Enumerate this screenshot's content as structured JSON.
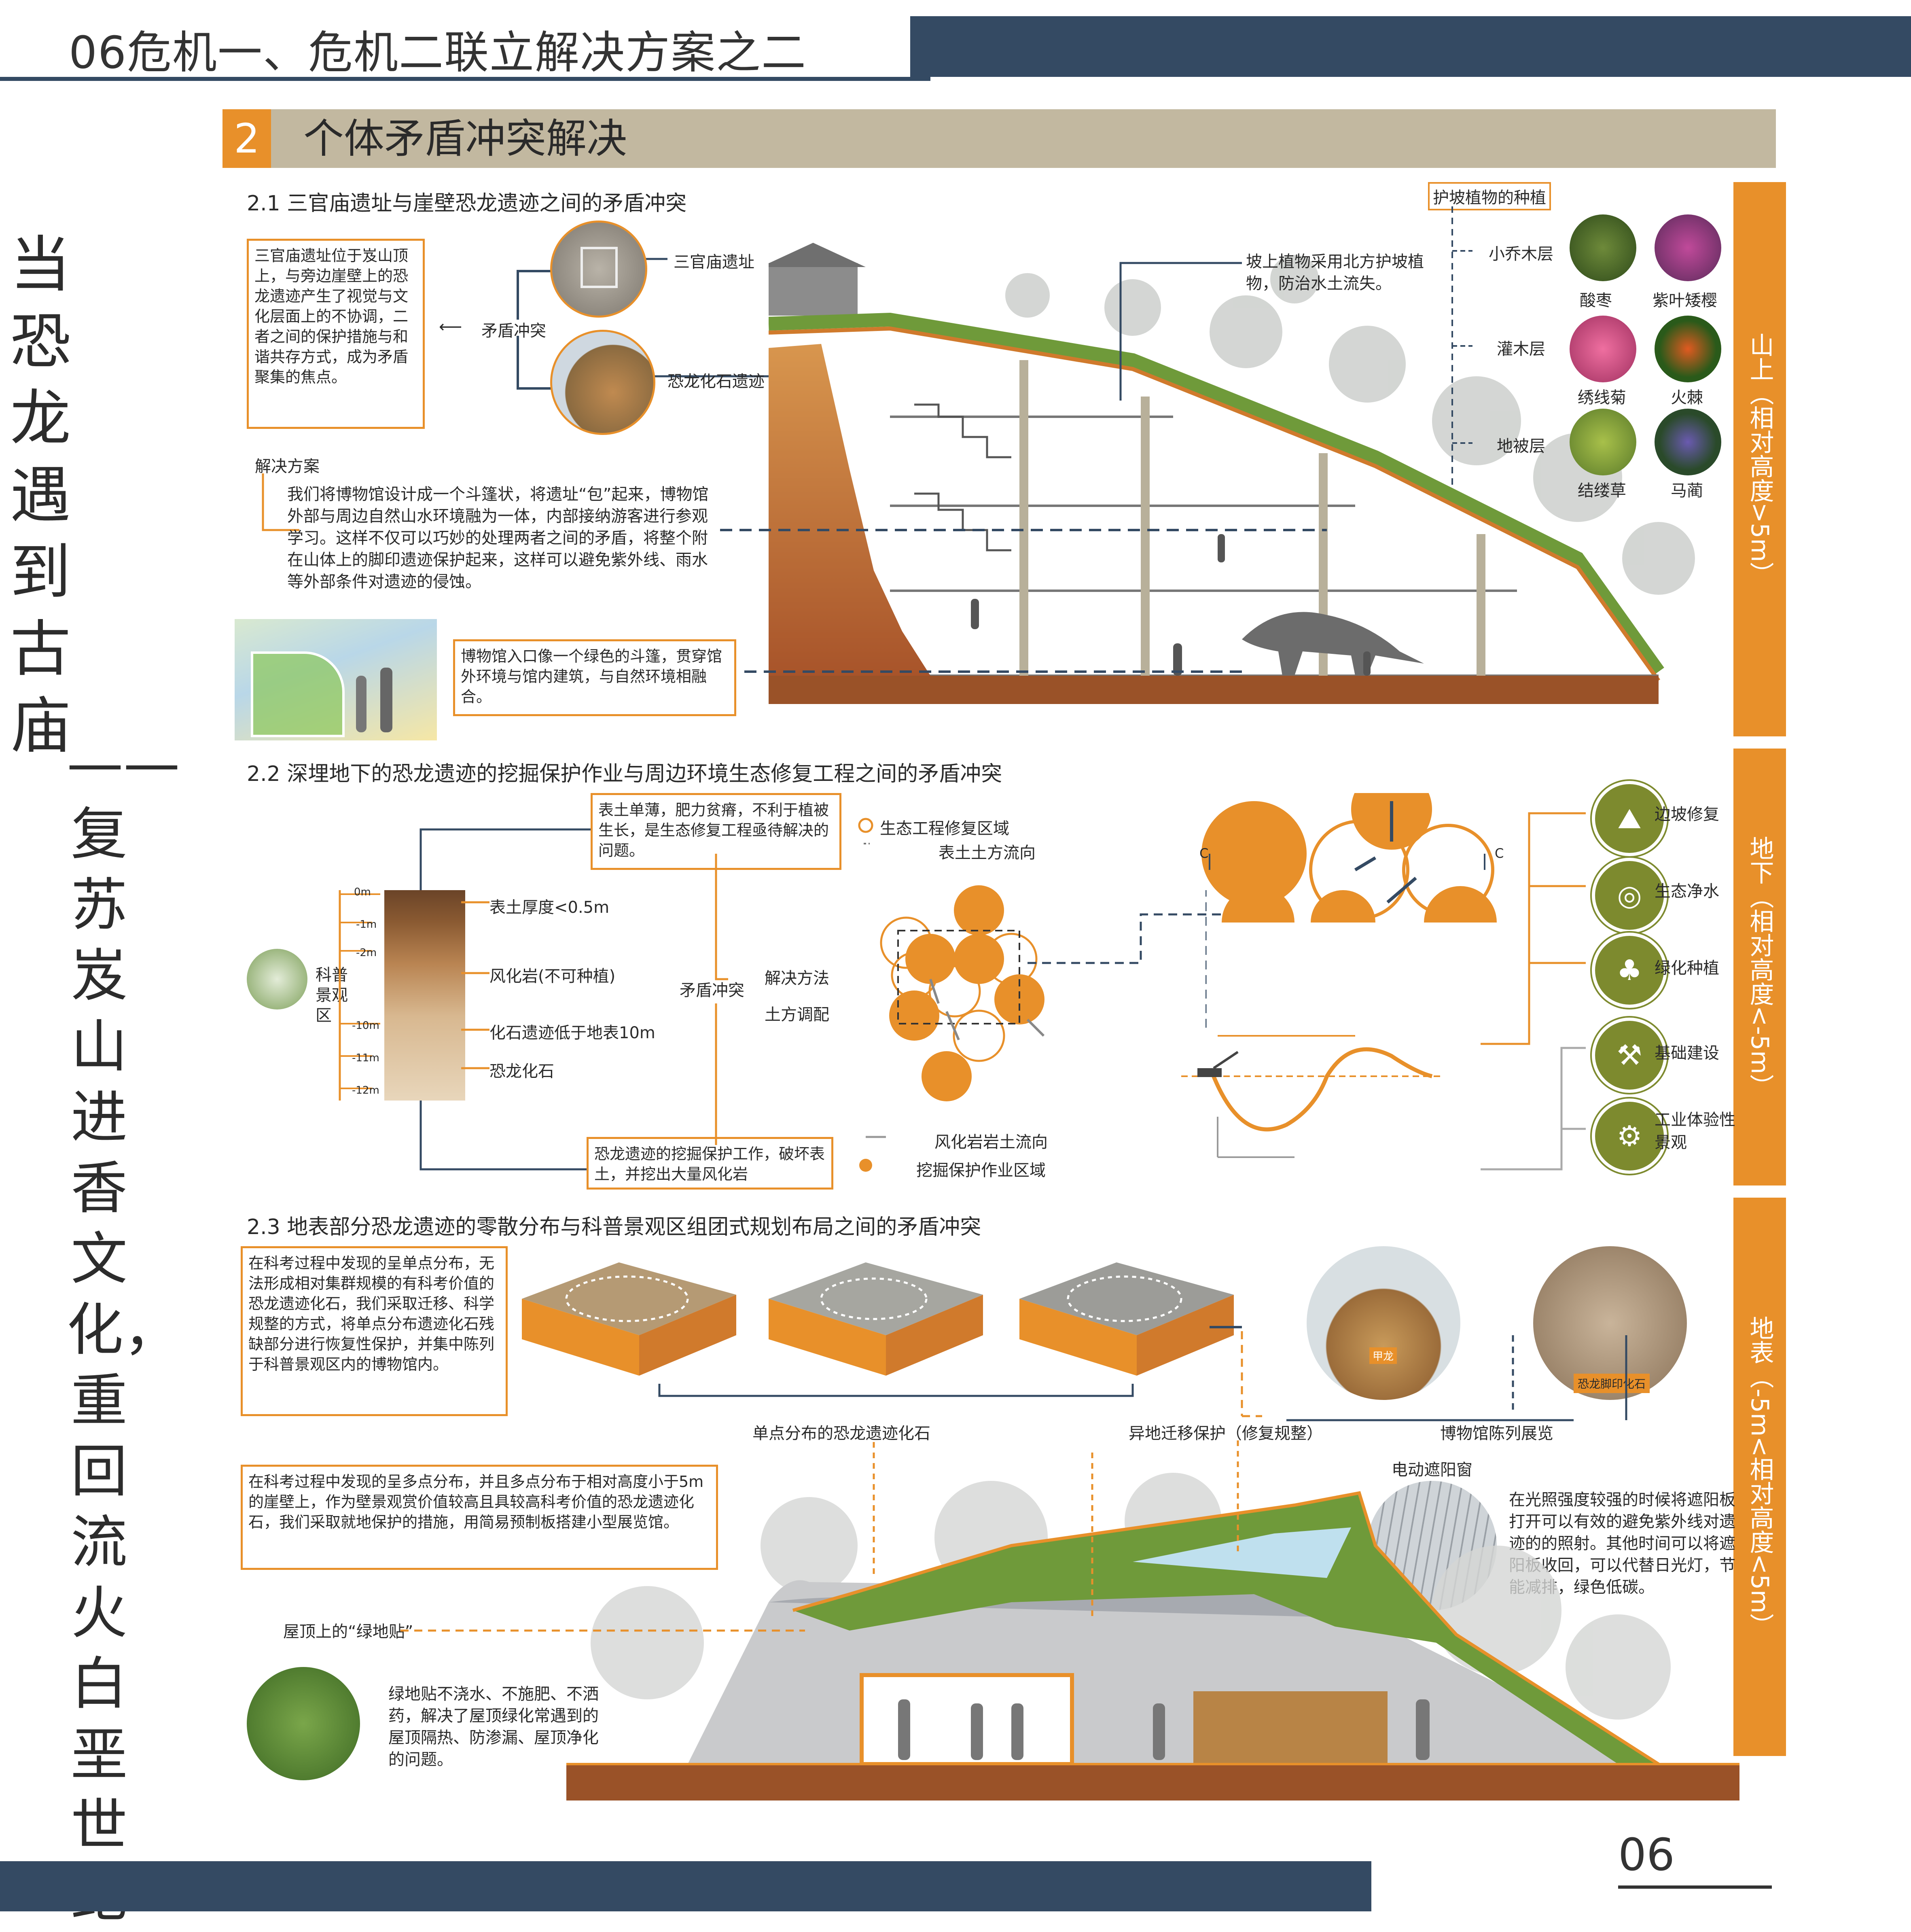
{
  "header": {
    "title": "06危机一、危机二联立解决方案之二"
  },
  "section": {
    "number": "2",
    "title": "个体矛盾冲突解决"
  },
  "vertical_title": "当恐龙遇到古庙",
  "vertical_subtitle": "——复苏岌山进香文化，重回流火白垩世纪",
  "side_tabs": [
    "山上（相对高度>5m）",
    "地下（相对高度<-5m）",
    "地表（-5m<相对高度<5m）"
  ],
  "s21": {
    "heading": "2.1 三官庙遗址与崖壁恐龙遗迹之间的矛盾冲突",
    "box1": "三官庙遗址位于岌山顶上，与旁边崖壁上的恐龙遗迹产生了视觉与文化层面上的不协调，二者之间的保护措施与和谐共存方式，成为矛盾聚集的焦点。",
    "conflict": "矛盾冲突",
    "temple_label": "三官庙遗址",
    "fossil_label": "恐龙化石遗迹",
    "solution_title": "解决方案",
    "solution_text": "我们将博物馆设计成一个斗篷状，将遗址“包”起来，博物馆外部与周边自然山水环境融为一体，内部接纳游客进行参观学习。这样不仅可以巧妙的处理两者之间的矛盾，将整个附在山体上的脚印遗迹保护起来，这样可以避免紫外线、雨水等外部条件对遗迹的侵蚀。",
    "entrance_text": "博物馆入口像一个绿色的斗篷，贯穿馆外环境与馆内建筑，与自然环境相融合。",
    "slope_text": "坡上植物采用北方护坡植物，防治水土流失。",
    "planting_title": "护坡植物的种植",
    "layers": [
      "小乔木层",
      "灌木层",
      "地被层"
    ],
    "plants": [
      "酸枣",
      "紫叶矮樱",
      "绣线菊",
      "火棘",
      "结缕草",
      "马蔺"
    ]
  },
  "s22": {
    "heading": "2.2 深埋地下的恐龙遗迹的挖掘保护作业与周边环境生态修复工程之间的矛盾冲突",
    "top_box": "表土单薄，肥力贫瘠，不利于植被生长，是生态修复工程亟待解决的问题。",
    "bottom_box": "恐龙遗迹的挖掘保护工作，破坏表土，并挖出大量风化岩",
    "science_area": "科普景观区",
    "depth_ticks": [
      "0m",
      "-1m",
      "-2m",
      "-10m",
      "-11m",
      "-12m"
    ],
    "layer_labels": [
      "表土厚度<0.5m",
      "风化岩(不可种植)",
      "化石遗迹低于地表10m",
      "恐龙化石"
    ],
    "conflict": "矛盾冲突",
    "method": "解决方法",
    "earth": "土方调配",
    "legend": [
      "生态工程修复区域",
      "表土土方流向",
      "风化岩岩土流向",
      "挖掘保护作业区域"
    ],
    "c_label": "C",
    "icons": [
      {
        "icon": "slope-icon",
        "label": "边坡修复"
      },
      {
        "icon": "water-icon",
        "label": "生态净水"
      },
      {
        "icon": "tree-icon",
        "label": "绿化种植"
      },
      {
        "icon": "construction-icon",
        "label": "基础建设"
      },
      {
        "icon": "industry-icon",
        "label": "工业体验性景观"
      }
    ]
  },
  "s23": {
    "heading": "2.3 地表部分恐龙遗迹的零散分布与科普景观区组团式规划布局之间的矛盾冲突",
    "box1": "在科考过程中发现的呈单点分布，无法形成相对集群规模的有科考价值的恐龙遗迹化石，我们采取迁移、科学规整的方式，将单点分布遗迹化石残缺部分进行恢复性保护，并集中陈列于科普景观区内的博物馆内。",
    "label_single": "单点分布的恐龙遗迹化石",
    "label_move": "异地迁移保护（修复规整）",
    "label_display": "博物馆陈列展览",
    "footprint_label": "恐龙脚印化石",
    "model_label": "甲龙",
    "box2": "在科考过程中发现的呈多点分布，并且多点分布于相对高度小于5m的崖壁上，作为壁景观赏价值较高且具较高科考价值的恐龙遗迹化石，我们采取就地保护的措施，用简易预制板搭建小型展览馆。",
    "shade_title": "电动遮阳窗",
    "shade_text": "在光照强度较强的时候将遮阳板打开可以有效的避免紫外线对遗迹的的照射。其他时间可以将遮阳板收回，可以代替日光灯，节能减排，绿色低碳。",
    "roof_label": "屋顶上的“绿地贴”",
    "roof_text": "绿地贴不浇水、不施肥、不洒药，解决了屋顶绿化常遇到的屋顶隔热、防渗漏、屋顶净化的问题。"
  },
  "footer": {
    "page": "06"
  },
  "colors": {
    "accent": "#e8902a",
    "navy": "#344a63",
    "khaki": "#c2b8a0",
    "olive": "#7d8a2e",
    "grass": "#6f9a3a",
    "soil": "#b8602a"
  }
}
